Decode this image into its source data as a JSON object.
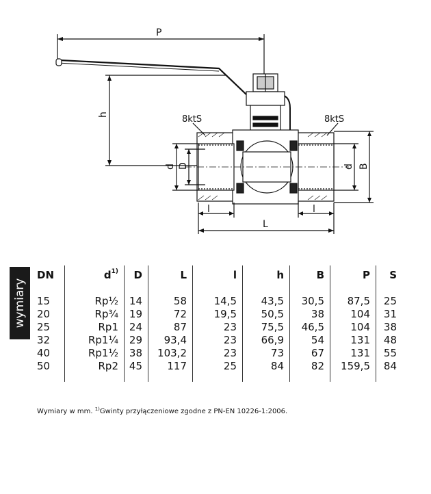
{
  "drawing": {
    "labels": {
      "P": "P",
      "h": "h",
      "key_left": "8ktS",
      "key_right": "8ktS",
      "d_left": "d",
      "D": "D",
      "d_right": "d",
      "B": "B",
      "l_left": "l",
      "l_right": "l",
      "L": "L"
    }
  },
  "side_tab": {
    "label": "wymiary"
  },
  "table": {
    "headers": [
      "DN",
      "d",
      "D",
      "L",
      "l",
      "h",
      "B",
      "P",
      "S"
    ],
    "header_d_sup": "1)",
    "rows": [
      [
        "15",
        "Rp½",
        "14",
        "58",
        "14,5",
        "43,5",
        "30,5",
        "87,5",
        "25"
      ],
      [
        "20",
        "Rp¾",
        "19",
        "72",
        "19,5",
        "50,5",
        "38",
        "104",
        "31"
      ],
      [
        "25",
        "Rp1",
        "24",
        "87",
        "23",
        "75,5",
        "46,5",
        "104",
        "38"
      ],
      [
        "32",
        "Rp1¼",
        "29",
        "93,4",
        "23",
        "66,9",
        "54",
        "131",
        "48"
      ],
      [
        "40",
        "Rp1½",
        "38",
        "103,2",
        "23",
        "73",
        "67",
        "131",
        "55"
      ],
      [
        "50",
        "Rp2",
        "45",
        "117",
        "25",
        "84",
        "82",
        "159,5",
        "84"
      ]
    ]
  },
  "footnote": {
    "part1": "Wymiary w mm. ",
    "sup": "1)",
    "part2": "Gwinty przyłączeniowe zgodne z PN-EN 10226-1:2006."
  }
}
